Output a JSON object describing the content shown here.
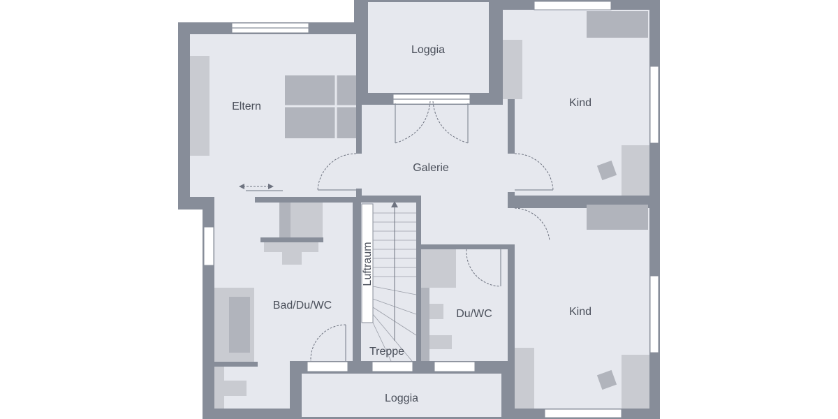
{
  "plan": {
    "rooms": {
      "eltern": "Eltern",
      "loggia_top": "Loggia",
      "kind_top": "Kind",
      "galerie": "Galerie",
      "bad": "Bad/Du/WC",
      "luftraum": "Luftraum",
      "treppe": "Treppe",
      "du_wc": "Du/WC",
      "kind_bottom": "Kind",
      "loggia_bottom": "Loggia"
    },
    "colors": {
      "wall": "#878d99",
      "floor": "#e6e8ee",
      "furniture": "#b1b4bc",
      "label": "#4a4f5a"
    }
  }
}
